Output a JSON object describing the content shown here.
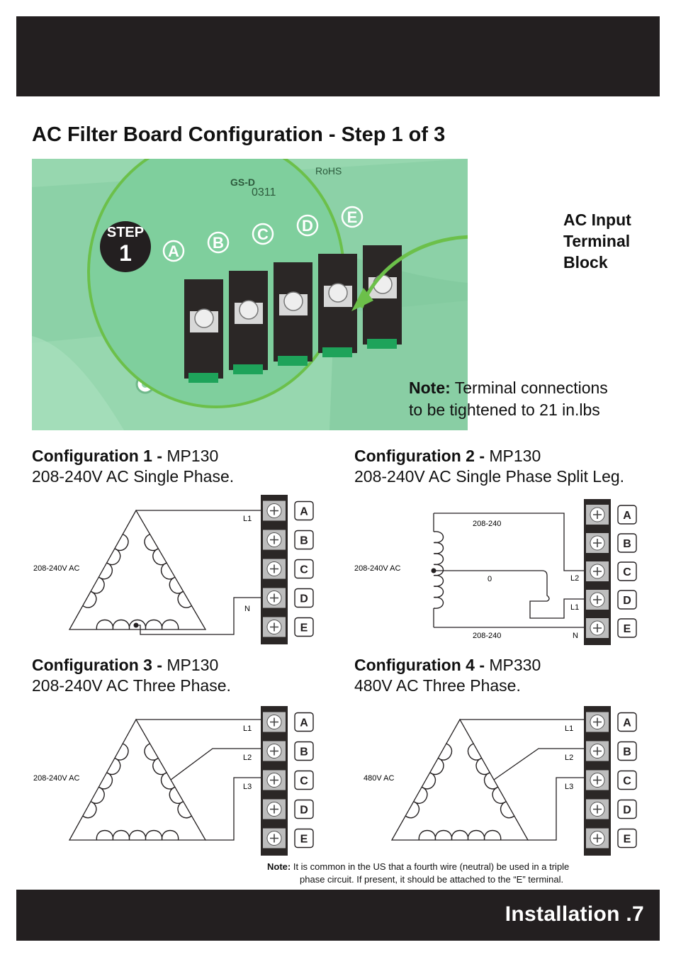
{
  "header": {
    "title": "AC Filter Board Configuration - Step 1 of 3"
  },
  "photo": {
    "step_label": "STEP",
    "step_number": "1",
    "terminal_letters": [
      "A",
      "B",
      "C",
      "D",
      "E"
    ],
    "board_text": [
      "GS-D",
      "0311",
      "RoHS"
    ],
    "callout": [
      "AC Input",
      "Terminal",
      "Block"
    ]
  },
  "note_main": {
    "label": "Note:",
    "text_line1": " Terminal connections",
    "text_line2": "to be tightened to 21 in.lbs"
  },
  "configs": [
    {
      "title_bold": "Configuration 1 - ",
      "model": "MP130",
      "desc": "208-240V AC Single Phase.",
      "source_label": "208-240V AC",
      "wire_labels": [
        "L1",
        "N"
      ],
      "terminals": [
        "A",
        "B",
        "C",
        "D",
        "E"
      ]
    },
    {
      "title_bold": "Configuration 2 - ",
      "model": "MP130",
      "desc": "208-240V AC Single Phase Split Leg.",
      "source_label": "208-240V AC",
      "voltage_top": "208-240",
      "voltage_mid": "0",
      "voltage_bottom": "208-240",
      "wire_labels": [
        "L2",
        "L1",
        "N"
      ],
      "terminals": [
        "A",
        "B",
        "C",
        "D",
        "E"
      ]
    },
    {
      "title_bold": "Configuration 3 - ",
      "model": "MP130",
      "desc": "208-240V AC Three Phase.",
      "source_label": "208-240V AC",
      "wire_labels": [
        "L1",
        "L2",
        "L3"
      ],
      "terminals": [
        "A",
        "B",
        "C",
        "D",
        "E"
      ]
    },
    {
      "title_bold": "Configuration 4 - ",
      "model": "MP330",
      "desc": "480V AC Three Phase.",
      "source_label": "480V AC",
      "wire_labels": [
        "L1",
        "L2",
        "L3"
      ],
      "terminals": [
        "A",
        "B",
        "C",
        "D",
        "E"
      ]
    }
  ],
  "footnote": {
    "label": "Note:",
    "line1": " It is common in the US that a fourth wire (neutral) be used in a triple",
    "line2": "phase circuit.  If present, it should be attached to the “E” terminal."
  },
  "footer": {
    "title": "Installation .7"
  },
  "colors": {
    "bar": "#231f20",
    "board_green": "#8fd3a9",
    "ring_green": "#6cc04a",
    "terminal_dark": "#2b2726"
  }
}
